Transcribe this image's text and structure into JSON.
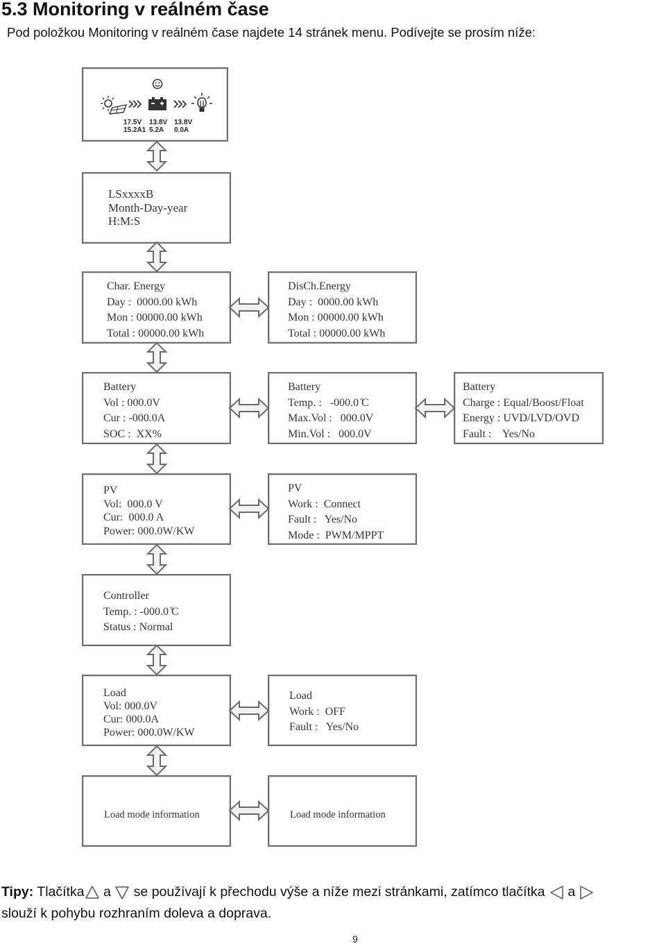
{
  "header": {
    "title": "5.3 Monitoring v reálném čase",
    "intro": "Pod položkou Monitoring v reálném čase najdete 14 stránek menu. Podívejte se prosím níže:"
  },
  "overview_screen": {
    "icons": [
      "pv-panel-icon",
      "smiley-icon",
      "battery-icon",
      "bulb-icon",
      "chevron-arrows-icon"
    ],
    "pv_voltage": "17.5V",
    "pv_current": "15.2A1",
    "battery_voltage": "13.8V",
    "battery_current": "5.2A",
    "load_voltage": "13.8V",
    "load_current": "0.0A"
  },
  "screens": {
    "device": [
      "LSxxxxB",
      "Month-Day-year",
      "H:M:S"
    ],
    "charge_energy": [
      "Char. Energy",
      "Day :  0000.00 kWh",
      "Mon : 00000.00 kWh",
      "Total : 00000.00 kWh"
    ],
    "discharge_energy": [
      "DisCh.Energy",
      "Day :  0000.00 kWh",
      "Mon : 00000.00 kWh",
      "Total : 00000.00 kWh"
    ],
    "battery_basic": [
      "Battery",
      "Vol : 000.0V",
      "Cur : -000.0A",
      "SOC :  XX%"
    ],
    "battery_temp": [
      "Battery",
      "Temp. :   -000.0 ̊C",
      "Max.Vol :   000.0V",
      "Min.Vol :   000.0V"
    ],
    "battery_status": [
      "Battery",
      "Charge : Equal/Boost/Float",
      "Energy : UVD/LVD/OVD",
      "Fault :    Yes/No"
    ],
    "pv_basic": [
      "PV",
      "Vol:  000.0 V",
      "Cur:  000.0 A",
      "Power: 000.0W/KW"
    ],
    "pv_status": [
      "PV",
      "Work :  Connect",
      "Fault :   Yes/No",
      "Mode :  PWM/MPPT"
    ],
    "controller": [
      "Controller",
      "Temp. : -000.0 ̊C",
      "Status : Normal"
    ],
    "load_basic": [
      "Load",
      "Vol: 000.0V",
      "Cur: 000.0A",
      "Power: 000.0W/KW"
    ],
    "load_status": [
      "Load",
      "Work :  OFF",
      "Fault :   Yes/No"
    ],
    "load_mode_1": [
      "Load mode information"
    ],
    "load_mode_2": [
      "Load mode information"
    ]
  },
  "tips": {
    "label": "Tipy:",
    "part1": " Tlačítka",
    "and1": " a ",
    "part2": " se používají k přechodu výše a níže mezi stránkami, zatímco tlačítka ",
    "and2": " a ",
    "line2": "slouží k pohybu rozhraním doleva a doprava.",
    "icons": [
      "up-triangle-icon",
      "down-triangle-icon",
      "left-triangle-icon",
      "right-triangle-icon"
    ]
  },
  "page_number": "9"
}
